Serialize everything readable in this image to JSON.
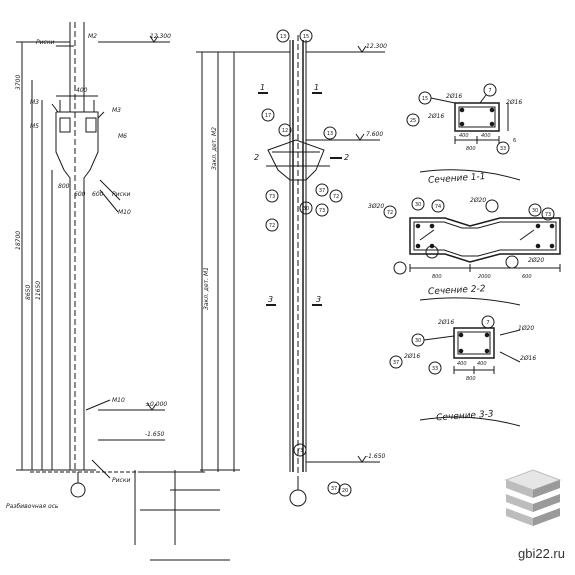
{
  "drawing": {
    "elev_top": "12.300",
    "elev_mid": "7.600",
    "elev_low": "±0.000",
    "elev_base": "-1.650",
    "left_labels": {
      "riski_top": "Риски",
      "m2": "М2",
      "m3_left": "М3",
      "m3_right": "М3",
      "m5": "М5",
      "m6": "М6",
      "riski_mid": "Риски",
      "m10_a": "М10",
      "m10_b": "М10",
      "riski_low": "Риски",
      "base_note": "Разбивочная ось"
    },
    "dims_left": [
      "3700",
      "8650",
      "11650",
      "18700",
      "800",
      "600",
      "600",
      "400"
    ],
    "side_notes": [
      "Закл. дет. М1",
      "Закл. дет. М2"
    ],
    "axis_marks": [
      "1",
      "1",
      "2",
      "2",
      "3",
      "3"
    ],
    "callouts": [
      "13",
      "15",
      "17",
      "12",
      "13",
      "37",
      "72",
      "73",
      "72",
      "30",
      "73",
      "73",
      "37",
      "20",
      "25",
      "33"
    ],
    "section_1": {
      "title": "Сечение 1-1",
      "labels": [
        "2Ø16",
        "2Ø16",
        "2Ø16",
        "15",
        "7",
        "6"
      ],
      "dims": [
        "800",
        "400",
        "400"
      ]
    },
    "section_2": {
      "title": "Сечение 2-2",
      "labels": [
        "3Ø20",
        "2Ø20",
        "2Ø20",
        "72",
        "30",
        "74",
        "30",
        "73"
      ],
      "dims": [
        "800",
        "2000",
        "600"
      ]
    },
    "section_3": {
      "title": "Сечение 3-3",
      "labels": [
        "2Ø16",
        "2Ø16",
        "2Ø16",
        "1Ø20",
        "7",
        "30",
        "37",
        "33"
      ],
      "dims": [
        "800",
        "400",
        "400"
      ]
    }
  },
  "watermark": "gbi22.ru",
  "colors": {
    "ink": "#1a1a1a",
    "logo_light": "#d9d9d9",
    "logo_dark": "#9a9a9a"
  }
}
